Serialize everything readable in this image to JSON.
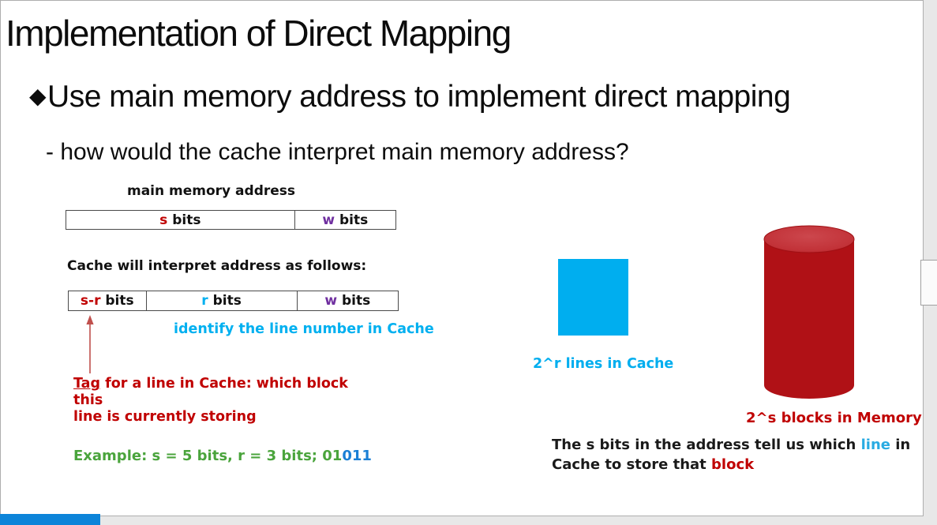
{
  "colors": {
    "key_red": "#C00000",
    "key_purple": "#7030A0",
    "key_cyan": "#00B0F0",
    "example_green": "#4AA43C",
    "example_blue": "#1A7FD5",
    "arrow_red": "#C0504D",
    "square_cyan": "#00AEEF",
    "cylinder_red": "#B01116",
    "footer_blue": "#0C84D9"
  },
  "slide": {
    "title": "Implementation of Direct Mapping",
    "bullet_marker": "◆",
    "bullet": "Use main memory address to implement direct mapping",
    "sub_bullet": "- how would the cache interpret main memory address?"
  },
  "address": {
    "label": "main memory address",
    "fields": [
      {
        "key": "s",
        "rest": " bits"
      },
      {
        "key": "w",
        "rest": " bits"
      }
    ]
  },
  "interpret": {
    "label": "Cache will interpret address as follows:",
    "fields": [
      {
        "key": "s-r",
        "rest": " bits"
      },
      {
        "key": "r",
        "rest": " bits"
      },
      {
        "key": "w",
        "rest": " bits"
      }
    ],
    "identify_note": "identify the line number in Cache"
  },
  "tag_note": {
    "bold": "Tag",
    "line1_rest": " for a line in Cache: which block this",
    "line2": "line is currently storing"
  },
  "example": {
    "green_part": "Example: s = 5 bits, r = 3 bits; 01",
    "blue_part": "011"
  },
  "cache_figure": {
    "label": "2^r lines in Cache"
  },
  "memory_figure": {
    "label": "2^s blocks in Memory"
  },
  "note": {
    "l1_pre": "The s bits in the address tell us which ",
    "l1_highlight": "line",
    "l1_post": " in",
    "l2_pre": "Cache to store that ",
    "l2_highlight": "block"
  }
}
